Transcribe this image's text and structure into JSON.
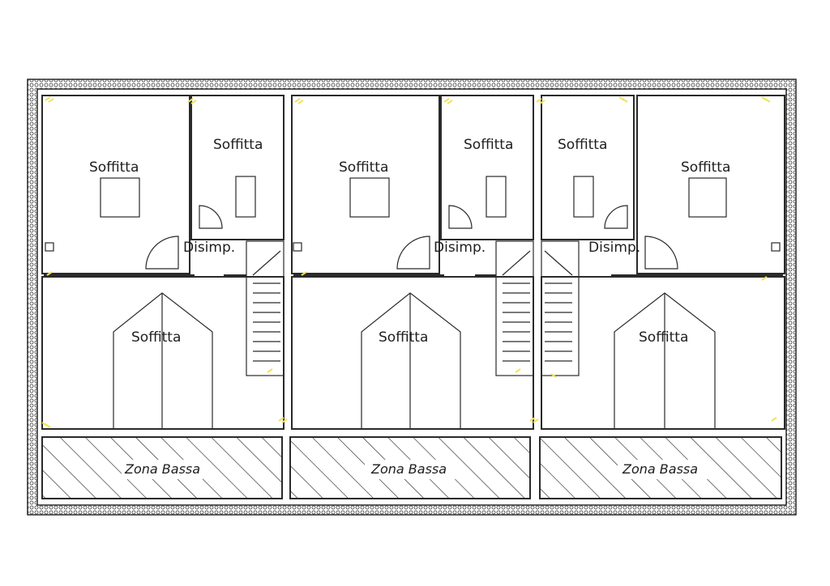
{
  "plan": {
    "units": [
      {
        "rooms": {
          "attic_left": "Soffitta",
          "attic_right": "Soffitta",
          "hall": "Disimp.",
          "attic_lower": "Soffitta"
        },
        "low_zone": "Zona Bassa"
      },
      {
        "rooms": {
          "attic_left": "Soffitta",
          "attic_right": "Soffitta",
          "hall": "Disimp.",
          "attic_lower": "Soffitta"
        },
        "low_zone": "Zona Bassa"
      },
      {
        "rooms": {
          "attic_left": "Soffitta",
          "attic_right": "Soffitta",
          "hall": "Disimp.",
          "attic_lower": "Soffitta"
        },
        "low_zone": "Zona Bassa"
      }
    ],
    "colors": {
      "wall": "#2a2a2a",
      "hatch": "#2a2a2a",
      "marker": "#f2e25a",
      "background": "#ffffff"
    }
  }
}
